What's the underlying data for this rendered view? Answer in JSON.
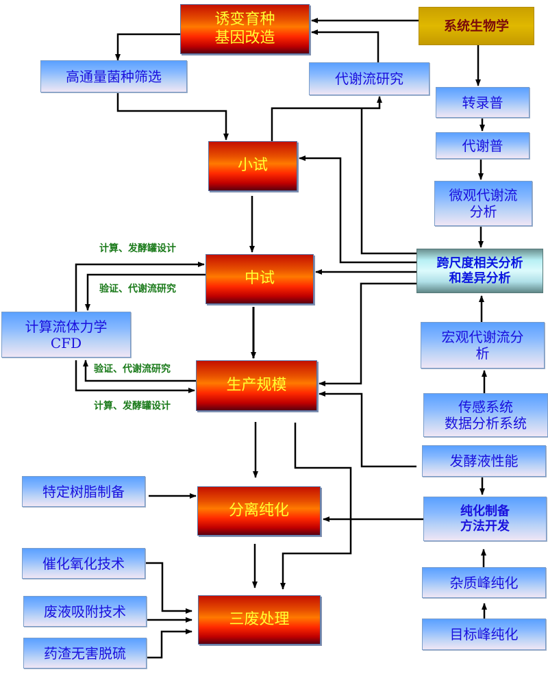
{
  "diagram": {
    "nodes": {
      "mutation_breeding": [
        "诱变育种",
        "基因改造"
      ],
      "systems_biology": [
        "系统生物学"
      ],
      "high_throughput_screening": [
        "高通量菌种筛选"
      ],
      "metabolic_flux_research": [
        "代谢流研究"
      ],
      "transcriptome": [
        "转录普"
      ],
      "metabolome": [
        "代谢普"
      ],
      "micro_flux_analysis": [
        "微观代谢流",
        "分析"
      ],
      "lab_scale": [
        "小试"
      ],
      "pilot_scale": [
        "中试"
      ],
      "cross_scale_analysis": [
        "跨尺度相关分析",
        "和差异分析"
      ],
      "cfd": [
        "计算流体力学",
        "CFD"
      ],
      "macro_flux_analysis": [
        "宏观代谢流分",
        "析"
      ],
      "production_scale": [
        "生产规模"
      ],
      "sensing_system": [
        "传感系统",
        "数据分析系统"
      ],
      "broth_properties": [
        "发酵液性能"
      ],
      "resin_preparation": [
        "特定树脂制备"
      ],
      "separation_purification": [
        "分离纯化"
      ],
      "purification_method_dev": [
        "纯化制备",
        "方法开发"
      ],
      "catalytic_oxidation": [
        "催化氧化技术"
      ],
      "impurity_peak_purification": [
        "杂质峰纯化"
      ],
      "waste_treatment": [
        "三废处理"
      ],
      "waste_liquid_adsorption": [
        "废液吸附技术"
      ],
      "target_peak_purification": [
        "目标峰纯化"
      ],
      "residue_desulfurization": [
        "药渣无害脱硫"
      ]
    },
    "edge_labels": {
      "pilot_calc": "计算、发酵罐设计",
      "pilot_verify": "验证、代谢流研究",
      "prod_verify": "验证、代谢流研究",
      "prod_calc": "计算、发酵罐设计"
    },
    "colors": {
      "process_text": "#ffff33",
      "support_text": "#1a10dd",
      "label_text": "#1a7a1a",
      "arrow": "#000000"
    }
  }
}
